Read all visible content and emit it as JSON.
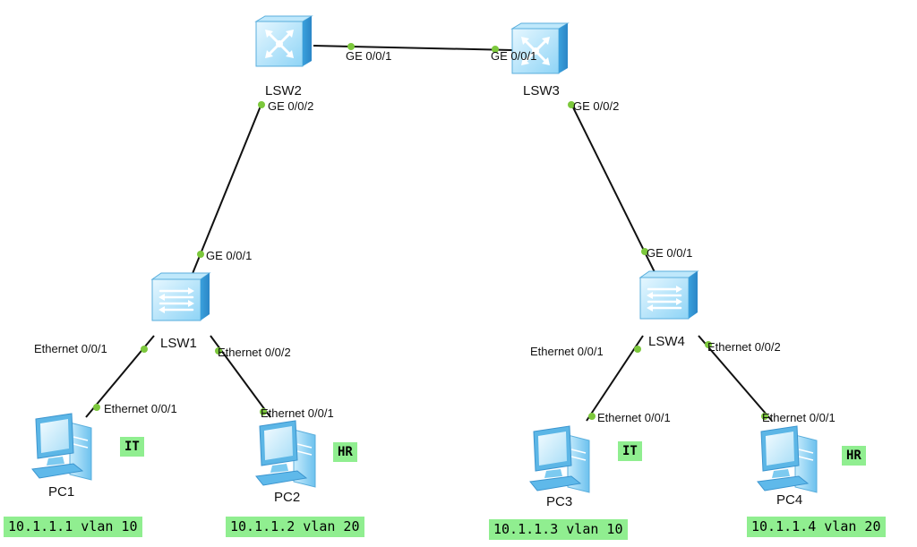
{
  "colors": {
    "link": "#111111",
    "port_dot": "#7cc83c",
    "note_bg": "#90ee90",
    "device_light": "#dff4ff",
    "device_mid": "#8fd4f5",
    "device_dark": "#3fa6e0"
  },
  "devices": {
    "lsw1": {
      "label": "LSW1",
      "icon": "switch-icon"
    },
    "lsw2": {
      "label": "LSW2",
      "icon": "core-switch-icon"
    },
    "lsw3": {
      "label": "LSW3",
      "icon": "core-switch-icon"
    },
    "lsw4": {
      "label": "LSW4",
      "icon": "switch-icon"
    },
    "pc1": {
      "label": "PC1",
      "icon": "pc-icon"
    },
    "pc2": {
      "label": "PC2",
      "icon": "pc-icon"
    },
    "pc3": {
      "label": "PC3",
      "icon": "pc-icon"
    },
    "pc4": {
      "label": "PC4",
      "icon": "pc-icon"
    }
  },
  "ports": {
    "lsw2_to_lsw3": "GE 0/0/1",
    "lsw3_to_lsw2": "GE 0/0/1",
    "lsw2_to_lsw1": "GE 0/0/2",
    "lsw1_to_lsw2": "GE 0/0/1",
    "lsw3_to_lsw4": "GE 0/0/2",
    "lsw4_to_lsw3": "GE 0/0/1",
    "lsw1_to_pc1": "Ethernet 0/0/1",
    "pc1_to_lsw1": "Ethernet 0/0/1",
    "lsw1_to_pc2": "Ethernet 0/0/2",
    "pc2_to_lsw1": "Ethernet 0/0/1",
    "lsw4_to_pc3": "Ethernet 0/0/1",
    "pc3_to_lsw4": "Ethernet 0/0/1",
    "lsw4_to_pc4": "Ethernet 0/0/2",
    "pc4_to_lsw4": "Ethernet 0/0/1"
  },
  "notes": {
    "pc1_dept": "IT",
    "pc2_dept": "HR",
    "pc3_dept": "IT",
    "pc4_dept": "HR",
    "pc1_ip": "10.1.1.1 vlan 10",
    "pc2_ip": "10.1.1.2 vlan 20",
    "pc3_ip": "10.1.1.3 vlan 10",
    "pc4_ip": "10.1.1.4 vlan 20"
  }
}
